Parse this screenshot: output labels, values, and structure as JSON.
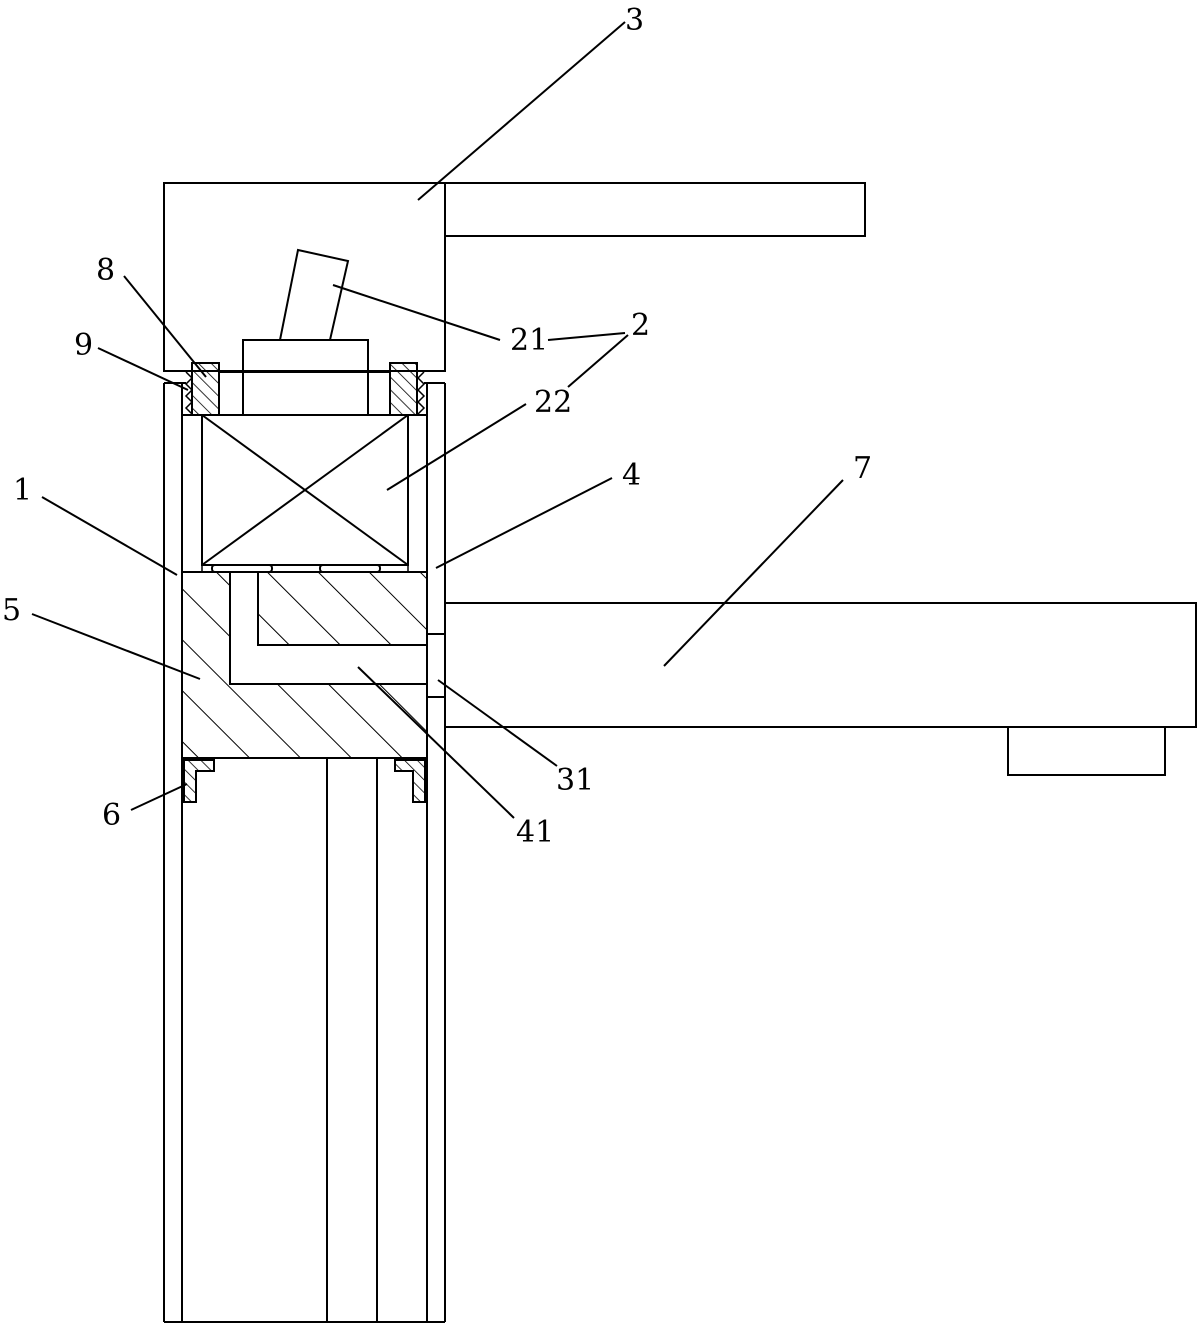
{
  "labels": {
    "l1": "1",
    "l2": "2",
    "l21": "21",
    "l22": "22",
    "l3": "3",
    "l31": "31",
    "l4": "4",
    "l41": "41",
    "l5": "5",
    "l6": "6",
    "l7": "7",
    "l8": "8",
    "l9": "9"
  }
}
